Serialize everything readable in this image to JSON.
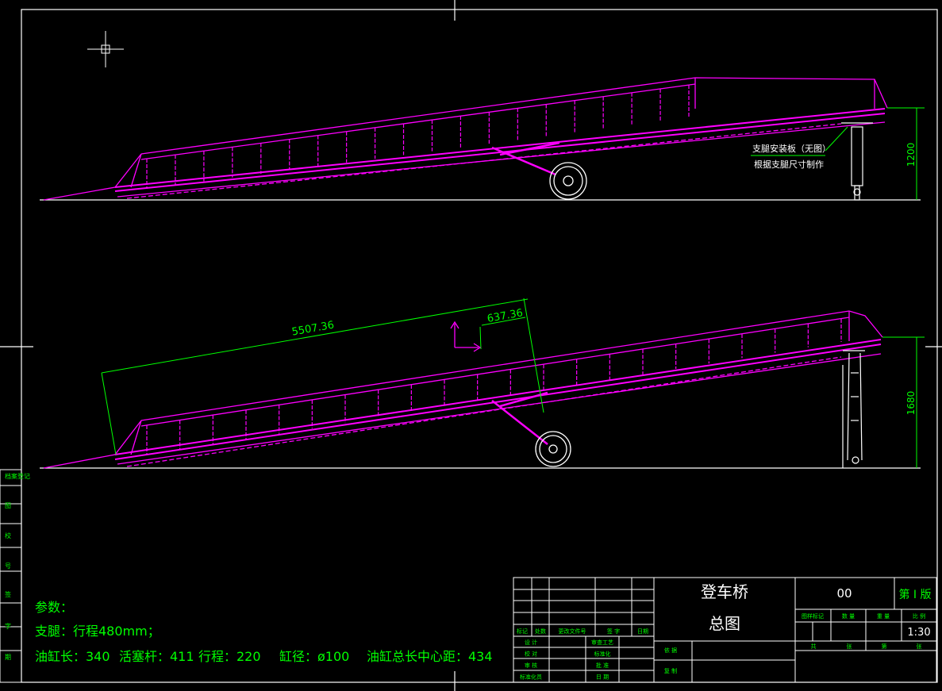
{
  "colors": {
    "background": "#000000",
    "frame": "#ffffff",
    "structure": "#ff00ff",
    "dimension": "#00ff00",
    "note": "#ffffff",
    "table_text": "#00ff00",
    "ucs": "#ff00ff"
  },
  "view1": {
    "height_dim": "1200",
    "note_line1": "支腿安装板（无图）",
    "note_line2": "根据支腿尺寸制作"
  },
  "view2": {
    "length_dim": "5507.36",
    "offset_dim": "637.36",
    "height_dim": "1680"
  },
  "params": {
    "title": "参数：",
    "line1": "支腿：行程480mm；",
    "line2_a": "油缸长：340",
    "line2_b": "活塞杆：411",
    "line2_c": "行程：220",
    "line2_d": "缸径：ø100",
    "line2_e": "油缸总长中心距：434"
  },
  "left_strip": [
    "档案登记",
    "图",
    "校",
    "号",
    "签",
    "字",
    "期"
  ],
  "title_block": {
    "name_line1": "登车桥",
    "name_line2": "总图",
    "drawing_no": "00",
    "edition": "第 I 版",
    "scale": "1:30",
    "headers": [
      "标记",
      "处数",
      "更改文件号",
      "签 字",
      "日期"
    ],
    "rows_left": [
      "设 计",
      "校 对",
      "审 核",
      "标准化员"
    ],
    "rows_mid": [
      "审查工艺",
      "标准化",
      "批 准",
      "日 期"
    ],
    "rows_right": [
      "依 据",
      "复 制"
    ],
    "right_headers": [
      "图样标记",
      "数 量",
      "重 量",
      "比 例"
    ],
    "right_bottom": [
      "共",
      "张",
      "第",
      "张"
    ]
  }
}
